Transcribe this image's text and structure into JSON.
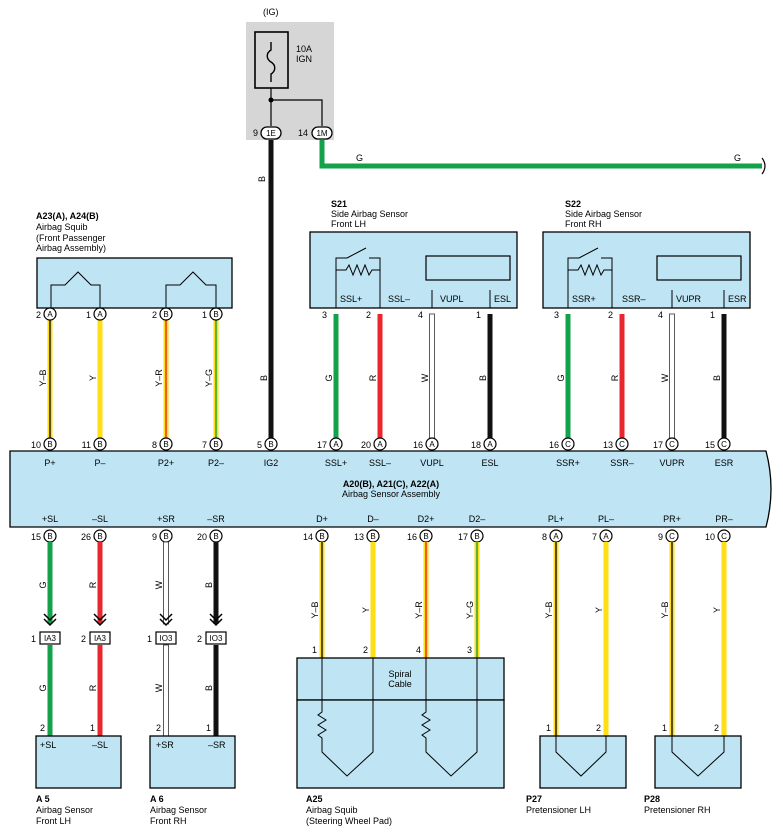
{
  "colors": {
    "box_fill": "#bfe4f3",
    "fuse_fill": "#d6d6d6",
    "G": "#12a24a",
    "R": "#e8262b",
    "Y": "#ffde12",
    "B": "#111111",
    "W": "#ffffff"
  },
  "supply": {
    "ig": "(IG)",
    "fuse_rating": "10A",
    "fuse_name": "IGN",
    "pin9": "9",
    "pin14": "14",
    "conn_1E": "1E",
    "conn_1M": "1M",
    "wire_b": "B",
    "wire_g1": "G",
    "wire_g2": "G"
  },
  "a23": {
    "code": "A23(A), A24(B)",
    "name1": "Airbag Squib",
    "name2": "(Front Passenger",
    "name3": " Airbag Assembly)"
  },
  "s21": {
    "code": "S21",
    "name1": "Side Airbag Sensor",
    "name2": "Front LH",
    "t1": "SSL+",
    "t2": "SSL–",
    "t3": "VUPL",
    "t4": "ESL"
  },
  "s22": {
    "code": "S22",
    "name1": "Side Airbag Sensor",
    "name2": "Front RH",
    "t1": "SSR+",
    "t2": "SSR–",
    "t3": "VUPR",
    "t4": "ESR"
  },
  "main": {
    "code": "A20(B), A21(C), A22(A)",
    "name": "Airbag Sensor Assembly"
  },
  "top_pins": [
    {
      "n": "2",
      "c": "A",
      "w": "Y–B",
      "n2": "10",
      "c2": "B",
      "t": "P+"
    },
    {
      "n": "1",
      "c": "A",
      "w": "Y",
      "n2": "11",
      "c2": "B",
      "t": "P–"
    },
    {
      "n": "2",
      "c": "B",
      "w": "Y–R",
      "n2": "8",
      "c2": "B",
      "t": "P2+"
    },
    {
      "n": "1",
      "c": "B",
      "w": "Y–G",
      "n2": "7",
      "c2": "B",
      "t": "P2–"
    },
    {
      "n": "",
      "c": "",
      "w": "B",
      "n2": "5",
      "c2": "B",
      "t": "IG2"
    },
    {
      "n": "3",
      "c": "",
      "w": "G",
      "n2": "17",
      "c2": "A",
      "t": "SSL+"
    },
    {
      "n": "2",
      "c": "",
      "w": "R",
      "n2": "20",
      "c2": "A",
      "t": "SSL–"
    },
    {
      "n": "4",
      "c": "",
      "w": "W",
      "n2": "16",
      "c2": "A",
      "t": "VUPL"
    },
    {
      "n": "1",
      "c": "",
      "w": "B",
      "n2": "18",
      "c2": "A",
      "t": "ESL"
    },
    {
      "n": "3",
      "c": "",
      "w": "G",
      "n2": "16",
      "c2": "C",
      "t": "SSR+"
    },
    {
      "n": "2",
      "c": "",
      "w": "R",
      "n2": "13",
      "c2": "C",
      "t": "SSR–"
    },
    {
      "n": "4",
      "c": "",
      "w": "W",
      "n2": "17",
      "c2": "C",
      "t": "VUPR"
    },
    {
      "n": "1",
      "c": "",
      "w": "B",
      "n2": "15",
      "c2": "C",
      "t": "ESR"
    }
  ],
  "bottom_pins": [
    {
      "t": "+SL",
      "n": "15",
      "c": "B",
      "w": "G",
      "jn": "1",
      "j": "IA3",
      "w2": "G",
      "n3": "2"
    },
    {
      "t": "–SL",
      "n": "26",
      "c": "B",
      "w": "R",
      "jn": "2",
      "j": "IA3",
      "w2": "R",
      "n3": "1"
    },
    {
      "t": "+SR",
      "n": "9",
      "c": "B",
      "w": "W",
      "jn": "1",
      "j": "IO3",
      "w2": "W",
      "n3": "2"
    },
    {
      "t": "–SR",
      "n": "20",
      "c": "B",
      "w": "B",
      "jn": "2",
      "j": "IO3",
      "w2": "B",
      "n3": "1"
    },
    {
      "t": "D+",
      "n": "14",
      "c": "B",
      "w": "Y–B",
      "n3": "1"
    },
    {
      "t": "D–",
      "n": "13",
      "c": "B",
      "w": "Y",
      "n3": "2"
    },
    {
      "t": "D2+",
      "n": "16",
      "c": "B",
      "w": "Y–R",
      "n3": "4"
    },
    {
      "t": "D2–",
      "n": "17",
      "c": "B",
      "w": "Y–G",
      "n3": "3"
    },
    {
      "t": "PL+",
      "n": "8",
      "c": "A",
      "w": "Y–B",
      "n3": "1"
    },
    {
      "t": "PL–",
      "n": "7",
      "c": "A",
      "w": "Y",
      "n3": "2"
    },
    {
      "t": "PR+",
      "n": "9",
      "c": "C",
      "w": "Y–B",
      "n3": "1"
    },
    {
      "t": "PR–",
      "n": "10",
      "c": "C",
      "w": "Y",
      "n3": "2"
    }
  ],
  "a5": {
    "code": "A 5",
    "name1": "Airbag Sensor",
    "name2": "Front LH",
    "t1": "+SL",
    "t2": "–SL"
  },
  "a6": {
    "code": "A 6",
    "name1": "Airbag Sensor",
    "name2": "Front RH",
    "t1": "+SR",
    "t2": "–SR"
  },
  "a25": {
    "code": "A25",
    "name1": "Airbag Squib",
    "name2": "(Steering Wheel Pad)",
    "spiral1": "Spiral",
    "spiral2": "Cable"
  },
  "p27": {
    "code": "P27",
    "name": "Pretensioner LH"
  },
  "p28": {
    "code": "P28",
    "name": "Pretensioner RH"
  }
}
